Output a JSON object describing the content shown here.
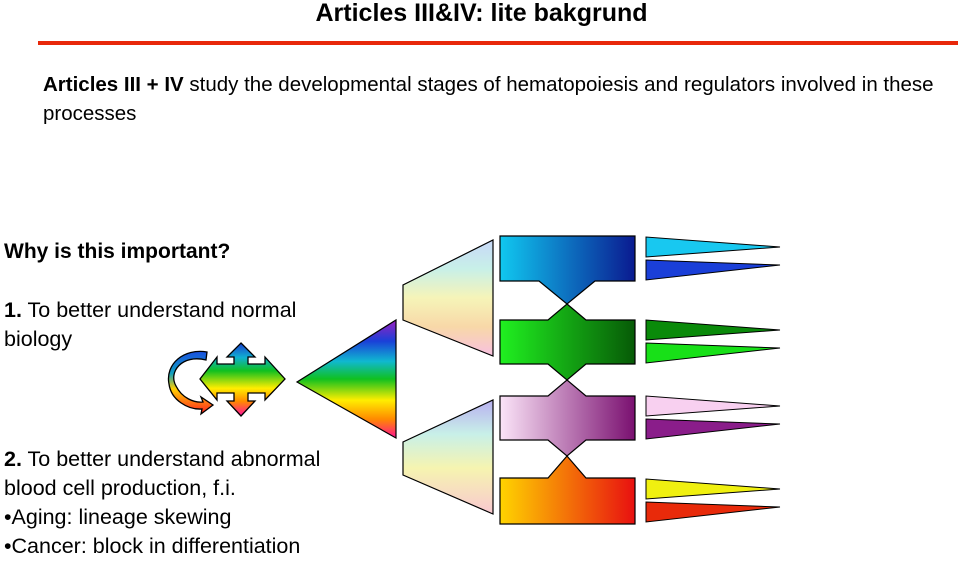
{
  "slide": {
    "title": "Articles III&IV: lite bakgrund",
    "intro_bold": "Articles III + IV",
    "intro_rest": " study the developmental stages of hematopoiesis and regulators involved in these processes",
    "question": "Why is this important?",
    "point1_num": "1.",
    "point1_text": " To better understand normal biology",
    "point2_num": "2.",
    "point2_text": " To better understand abnormal",
    "point2_line2": "blood cell production, f.i.",
    "bullet1": "•Aging: lineage skewing",
    "bullet2": "•Cancer: block in differentiation"
  },
  "colors": {
    "title_rule": "#e8280a",
    "myeloid_blue": "#1a3fc8",
    "lymphoid_green": "#0aa80a",
    "megakaryocyte_purple": "#8a1d8a",
    "erythroid_red": "#e82a0a"
  }
}
